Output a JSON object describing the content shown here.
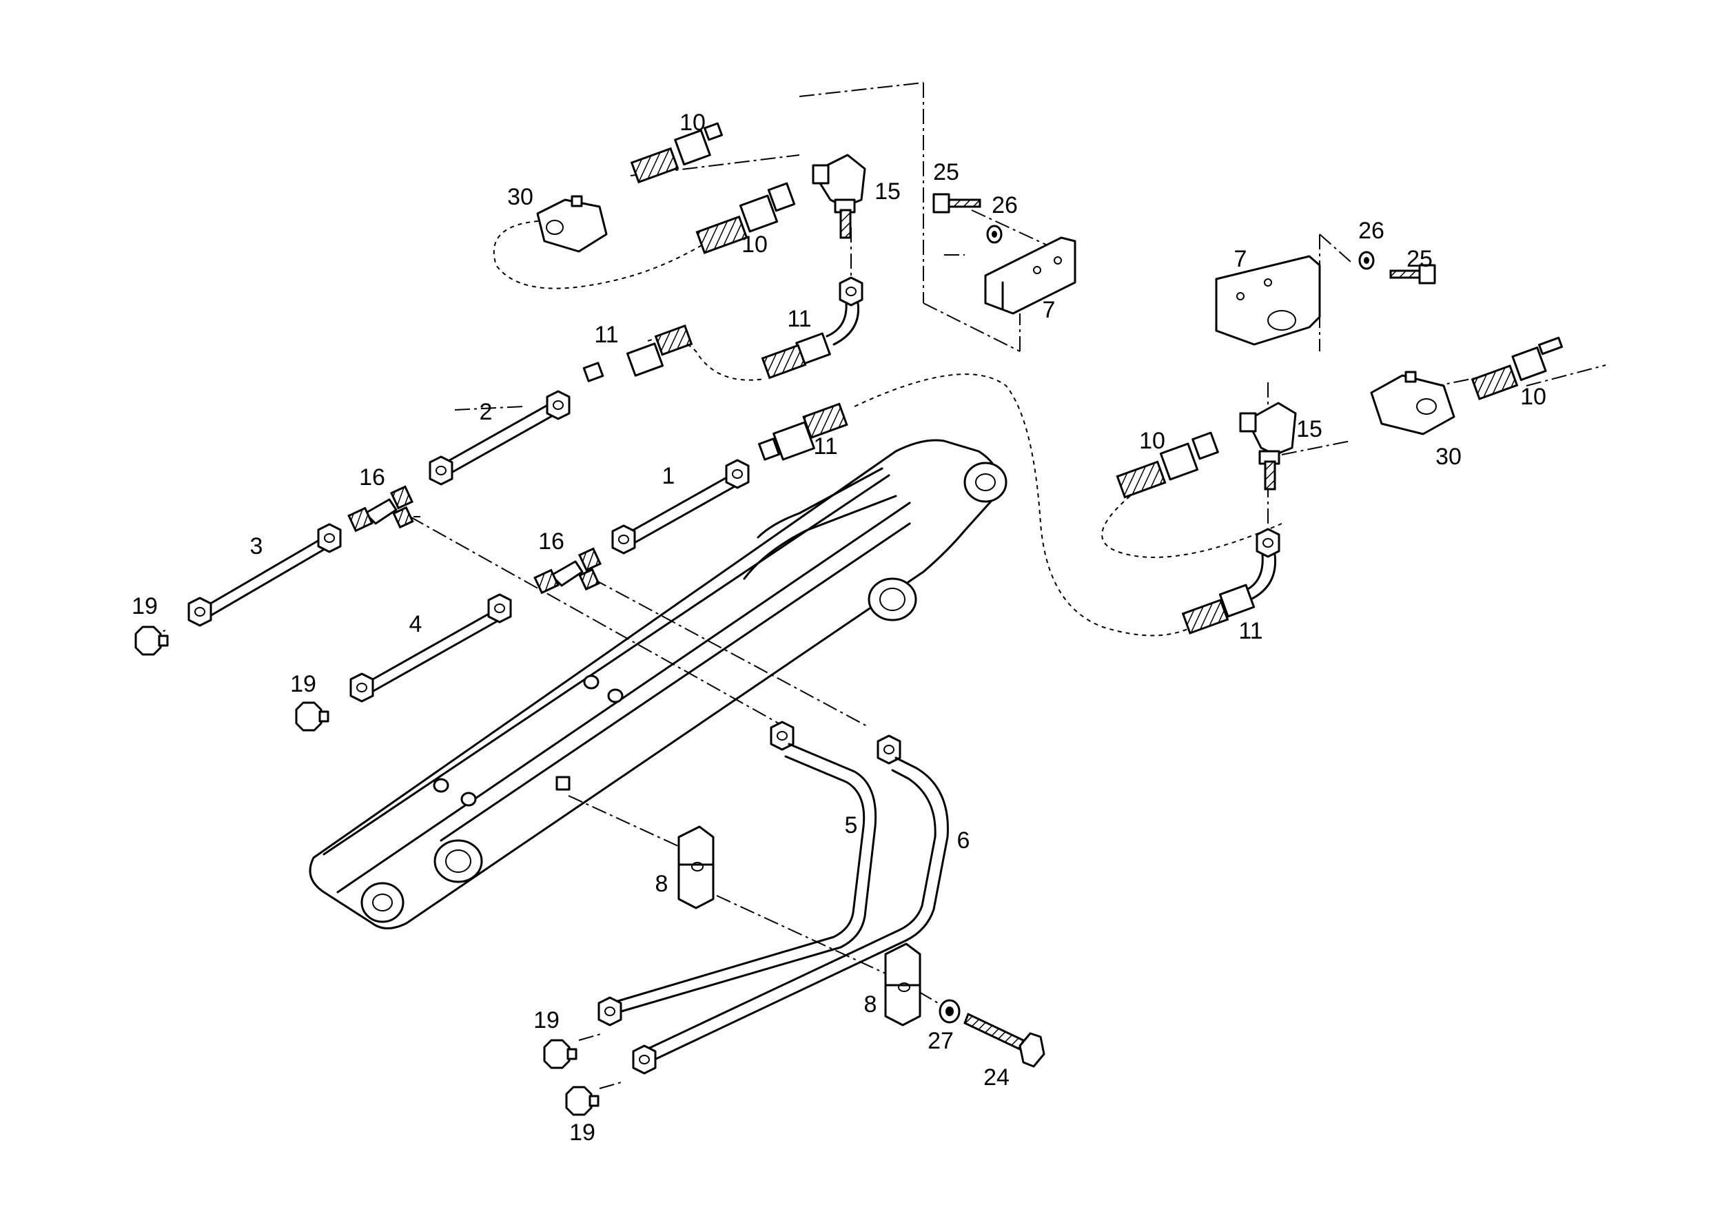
{
  "callouts": [
    {
      "id": "c10a",
      "text": "10"
    },
    {
      "id": "c30a",
      "text": "30"
    },
    {
      "id": "c10b",
      "text": "10"
    },
    {
      "id": "c15a",
      "text": "15"
    },
    {
      "id": "c25a",
      "text": "25"
    },
    {
      "id": "c26a",
      "text": "26"
    },
    {
      "id": "c7a",
      "text": "7"
    },
    {
      "id": "c11a",
      "text": "11"
    },
    {
      "id": "c11b",
      "text": "11"
    },
    {
      "id": "c2",
      "text": "2"
    },
    {
      "id": "c16a",
      "text": "16"
    },
    {
      "id": "c3",
      "text": "3"
    },
    {
      "id": "c19a",
      "text": "19"
    },
    {
      "id": "c1",
      "text": "1"
    },
    {
      "id": "c11c",
      "text": "11"
    },
    {
      "id": "c16b",
      "text": "16"
    },
    {
      "id": "c4",
      "text": "4"
    },
    {
      "id": "c19b",
      "text": "19"
    },
    {
      "id": "c7b",
      "text": "7"
    },
    {
      "id": "c26b",
      "text": "26"
    },
    {
      "id": "c25b",
      "text": "25"
    },
    {
      "id": "c10c",
      "text": "10"
    },
    {
      "id": "c30b",
      "text": "30"
    },
    {
      "id": "c10d",
      "text": "10"
    },
    {
      "id": "c15b",
      "text": "15"
    },
    {
      "id": "c11d",
      "text": "11"
    },
    {
      "id": "c5",
      "text": "5"
    },
    {
      "id": "c6",
      "text": "6"
    },
    {
      "id": "c8a",
      "text": "8"
    },
    {
      "id": "c8b",
      "text": "8"
    },
    {
      "id": "c19c",
      "text": "19"
    },
    {
      "id": "c19d",
      "text": "19"
    },
    {
      "id": "c27",
      "text": "27"
    },
    {
      "id": "c24",
      "text": "24"
    }
  ]
}
